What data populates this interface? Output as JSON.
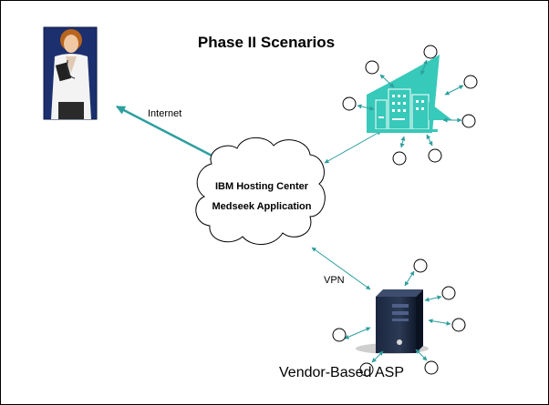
{
  "title": "Phase II Scenarios",
  "labels": {
    "internet": "Internet",
    "vpn": "VPN",
    "cloud_line1": "IBM Hosting Center",
    "cloud_line2": "Medseek Application",
    "vendor": "Vendor-Based ASP"
  },
  "icons": {
    "doctor": "doctor-icon",
    "hospital": "hospital-building-icon",
    "server": "server-tower-icon",
    "cloud": "cloud-icon",
    "node": "client-node-icon"
  },
  "colors": {
    "connector": "#2e9e9e",
    "hospital": "#37c9b9",
    "border": "#000000"
  }
}
